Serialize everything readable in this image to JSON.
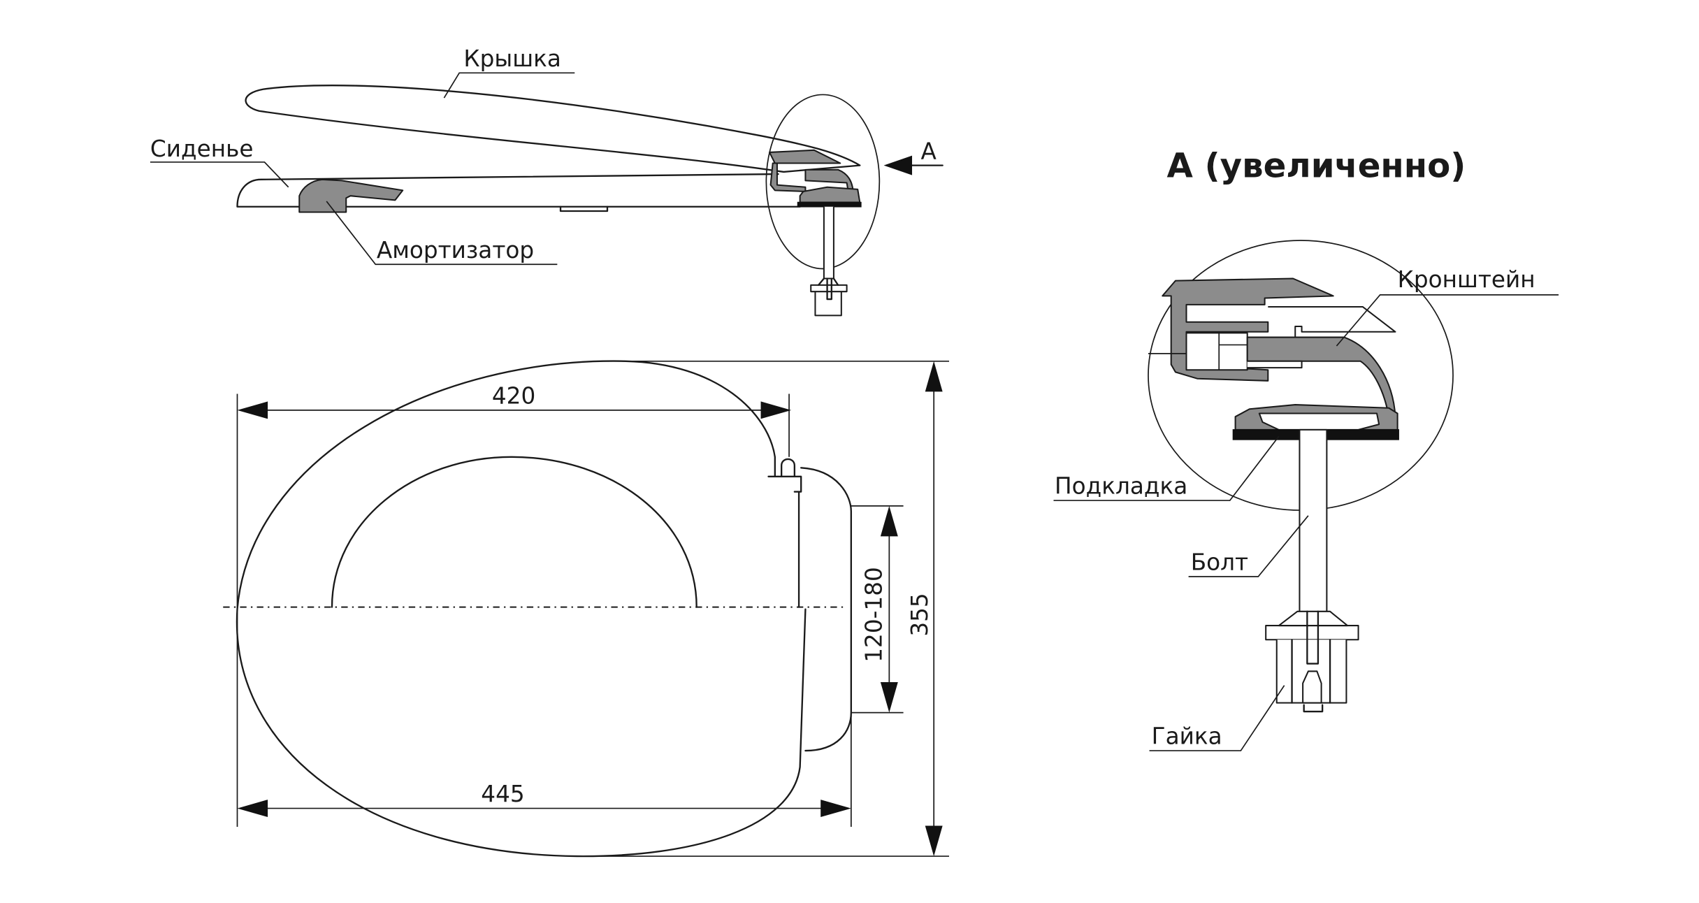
{
  "side_view": {
    "labels": {
      "lid": "Крышка",
      "seat": "Сиденье",
      "buffer": "Амортизатор",
      "view_marker": "А"
    }
  },
  "plan_view": {
    "dimensions": {
      "hinge_to_front": "420",
      "overall_length": "445",
      "hinge_spacing": "120-180",
      "overall_width": "355"
    }
  },
  "detail_view": {
    "title": "А (увеличенно)",
    "labels": {
      "bracket": "Кронштейн",
      "gasket": "Подкладка",
      "bolt": "Болт",
      "nut": "Гайка"
    }
  },
  "colors": {
    "line": "#1a1a1a",
    "part_fill": "#8c8c8c",
    "gasket_fill": "#111111",
    "background": "#ffffff"
  }
}
